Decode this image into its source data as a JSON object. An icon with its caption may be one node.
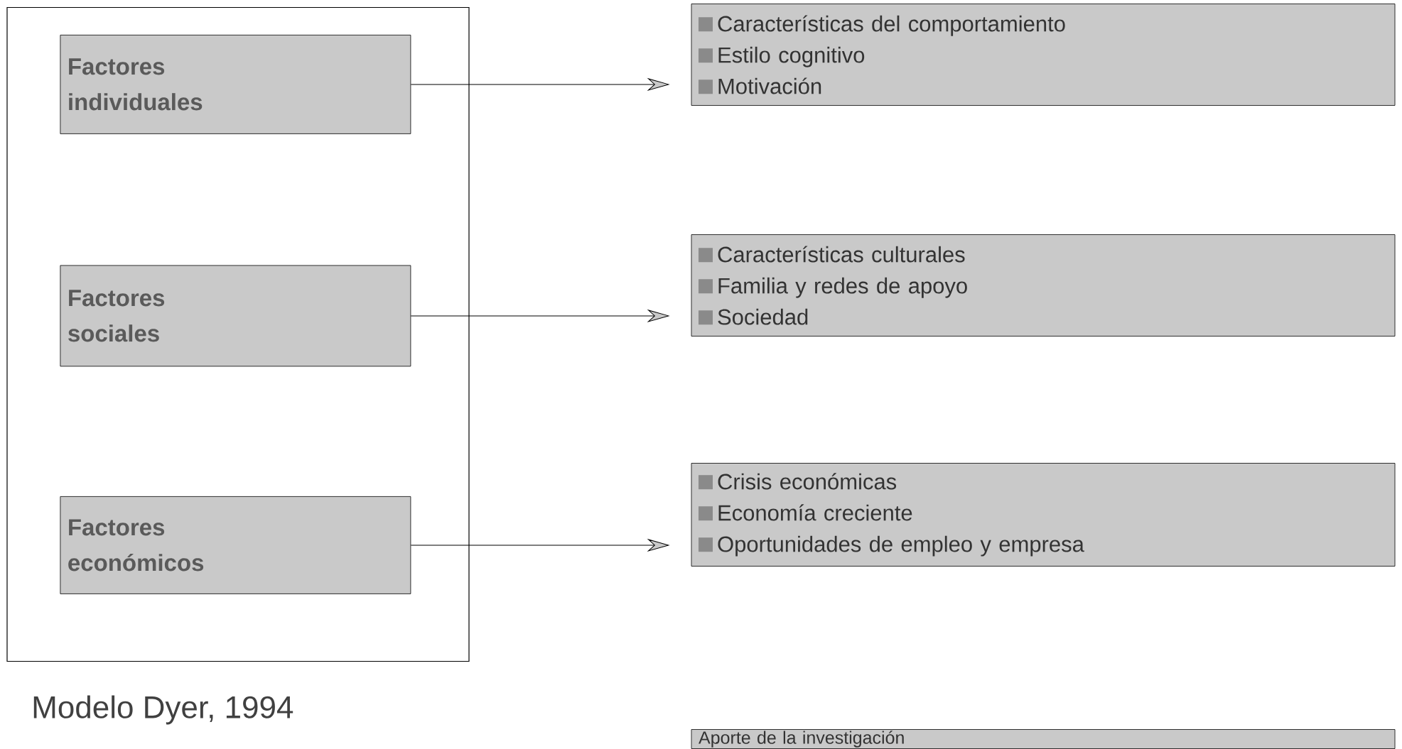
{
  "diagram": {
    "nodes": [
      {
        "text": [],
        "shape": "box"
      },
      {
        "text": [
          "Factores individuales"
        ],
        "in": 0
      },
      {
        "text": [
          "Factores sociales"
        ],
        "in": 0
      },
      {
        "text": [
          "Factores económicos"
        ],
        "in": 0
      },
      {
        "text": [
          "Características del comportamiento",
          "Estilo cognitivo",
          "Motivación"
        ]
      },
      {
        "text": [
          "Características culturales",
          "Familia y redes de apoyo",
          "Sociedad"
        ]
      },
      {
        "text": [
          "Crisis económicas",
          "Economía creciente",
          "Oportunidades de empleo y empresa"
        ]
      },
      {
        "text": [
          "Aporte de la investigación"
        ]
      }
    ],
    "edges": [
      {
        "from": 1,
        "to": 4,
        "arrow": "to"
      },
      {
        "from": 2,
        "to": 5,
        "arrow": "to"
      },
      {
        "from": 3,
        "to": 6,
        "arrow": "to"
      }
    ],
    "labels": [
      "Modelo Dyer, 1994"
    ]
  }
}
